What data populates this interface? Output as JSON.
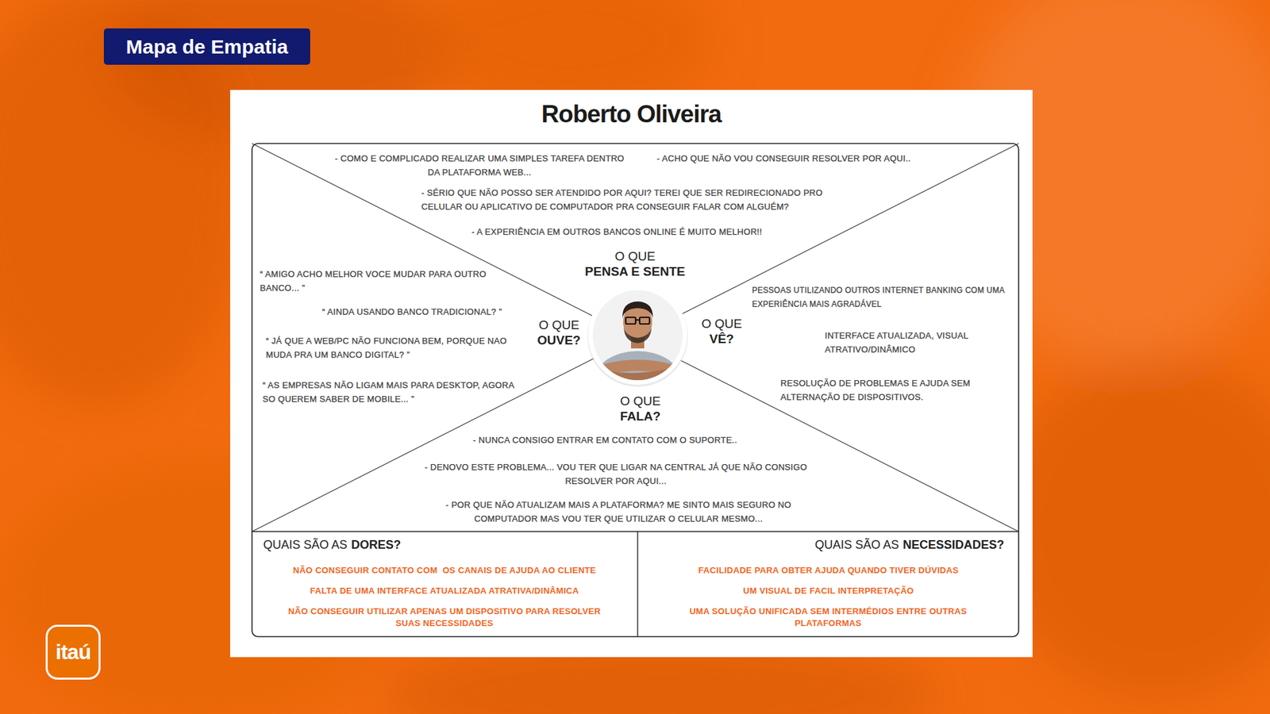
{
  "diagram": {
    "nodes": [
      {
        "text": [
          "Mapa de Empatia"
        ]
      },
      {
        "text": [
          "Roberto Oliveira"
        ]
      },
      {
        "text": [
          "O QUE",
          "PENSA E SENTE",
          "- COMO E COMPLICADO REALIZAR UMA SIMPLES TAREFA DENTRO DA PLATAFORMA WEB...",
          "- ACHO QUE NÃO VOU CONSEGUIR RESOLVER POR AQUI..",
          "- SÉRIO QUE NÃO POSSO SER ATENDIDO POR AQUI? TEREI QUE SER REDIRECIONADO PRO CELULAR OU APLICATIVO DE COMPUTADOR PRA CONSEGUIR FALAR COM ALGUÉM?",
          "- A EXPERIÊNCIA EM OUTROS BANCOS ONLINE É MUITO MELHOR!!"
        ],
        "in": 1
      },
      {
        "text": [
          "O QUE",
          "OUVE?",
          "“ AMIGO ACHO MELHOR VOCE MUDAR PARA OUTRO BANCO... ”",
          "“ AINDA USANDO BANCO TRADICIONAL? ”",
          "“ JÁ QUE A WEB/PC NÃO FUNCIONA BEM, PORQUE NAO MUDA PRA UM BANCO DIGITAL? ”",
          "“ AS EMPRESAS NÃO LIGAM MAIS PARA DESKTOP, AGORA SO QUEREM SABER DE MOBILE... ”"
        ],
        "in": 1
      },
      {
        "text": [
          "O QUE",
          "VÊ?",
          "PESSOAS UTILIZANDO OUTROS INTERNET BANKING COM UMA EXPERIÊNCIA MAIS AGRADÁVEL",
          "INTERFACE ATUALIZADA, VISUAL ATRATIVO/DINÂMICO",
          "RESOLUÇÃO DE PROBLEMAS E AJUDA SEM ALTERNAÇÃO DE DISPOSITIVOS."
        ],
        "in": 1
      },
      {
        "text": [
          "O QUE",
          "FALA?",
          "- NUNCA CONSIGO ENTRAR EM CONTATO COM O SUPORTE..",
          "- DENOVO ESTE PROBLEMA... VOU TER QUE LIGAR NA CENTRAL JÁ QUE NÃO CONSIGO RESOLVER POR AQUI...",
          "- POR QUE NÃO ATUALIZAM MAIS A PLATAFORMA? ME SINTO MAIS SEGURO NO COMPUTADOR MAS VOU TER QUE UTILIZAR O CELULAR MESMO..."
        ],
        "in": 1
      },
      {
        "text": [
          "QUAIS SÃO AS",
          "DORES?",
          "NÃO CONSEGUIR CONTATO COM  OS CANAIS DE AJUDA AO CLIENTE",
          "FALTA DE UMA INTERFACE ATUALIZADA ATRATIVA/DINÂMICA",
          "NÃO CONSEGUIR UTILIZAR APENAS UM DISPOSITIVO PARA RESOLVER SUAS NECESSIDADES"
        ],
        "in": 1
      },
      {
        "text": [
          "QUAIS SÃO AS",
          "NECESSIDADES?",
          "FACILIDADE PARA OBTER AJUDA QUANDO TIVER DÚVIDAS",
          "UM VISUAL DE FACIL INTERPRETAÇÃO",
          "UMA SOLUÇÃO UNIFICADA SEM INTERMÉDIOS ENTRE OUTRAS PLATAFORMAS"
        ],
        "in": 1
      },
      {
        "text": [
          "itaú"
        ]
      }
    ]
  }
}
